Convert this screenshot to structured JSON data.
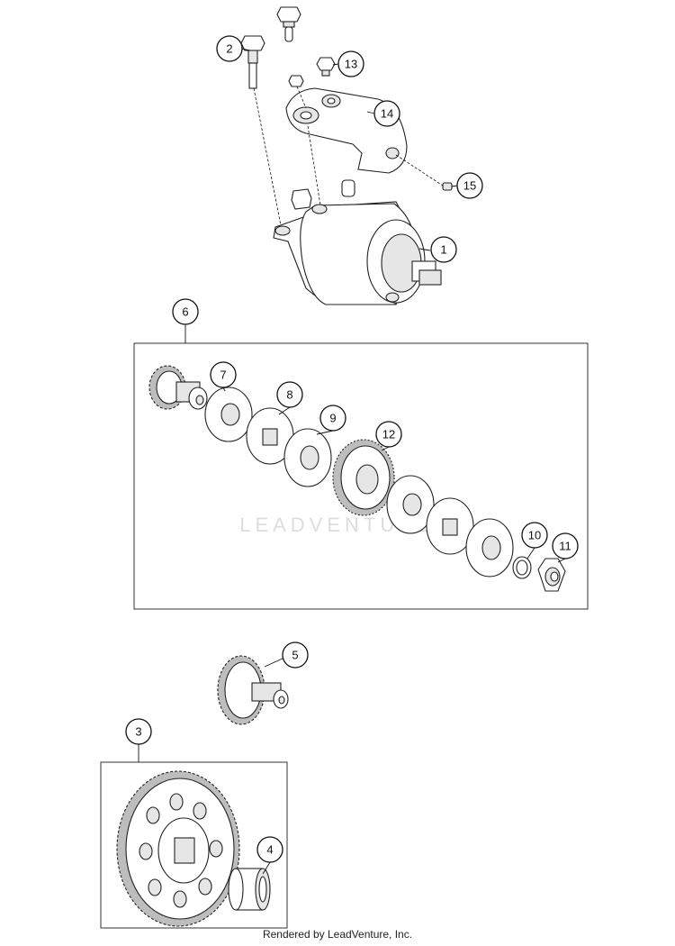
{
  "callouts": [
    "1",
    "2",
    "3",
    "4",
    "5",
    "6",
    "7",
    "8",
    "9",
    "10",
    "11",
    "12",
    "13",
    "14",
    "15"
  ],
  "watermark": "LEADVENTURE",
  "footer": "Rendered by LeadVenture, Inc."
}
